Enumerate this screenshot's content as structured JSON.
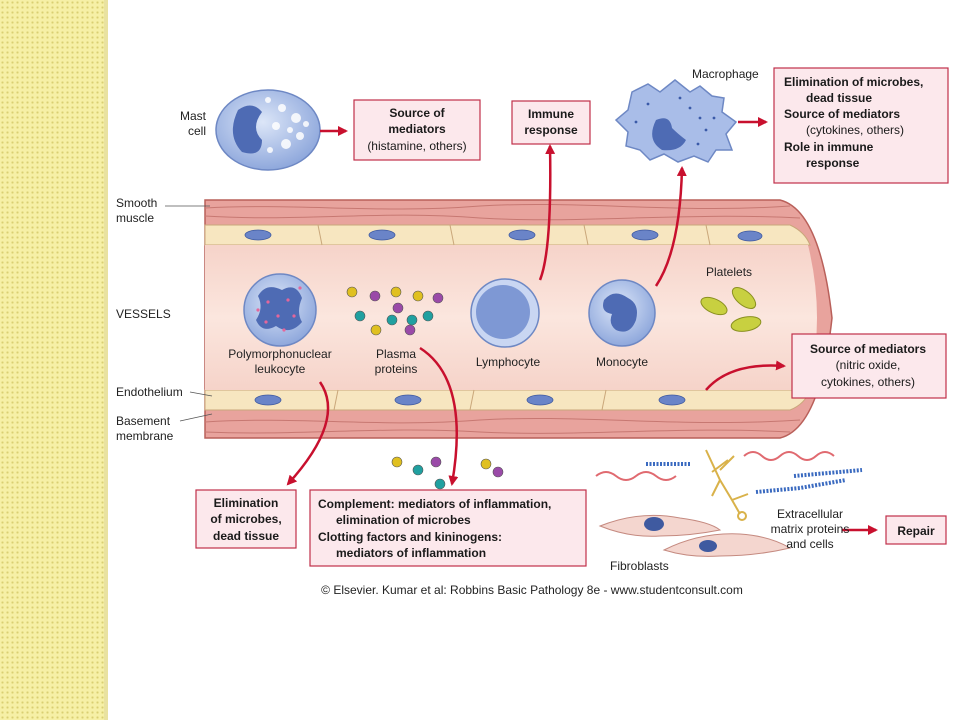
{
  "labels": {
    "mast_cell": [
      "Mast",
      "cell"
    ],
    "macrophage": "Macrophage",
    "smooth_muscle": [
      "Smooth",
      "muscle"
    ],
    "vessels": "VESSELS",
    "pmn": [
      "Polymorphonuclear",
      "leukocyte"
    ],
    "plasma": [
      "Plasma",
      "proteins"
    ],
    "lymphocyte": "Lymphocyte",
    "monocyte": "Monocyte",
    "platelets": "Platelets",
    "endothelium": "Endothelium",
    "basement": [
      "Basement",
      "membrane"
    ],
    "fibroblasts": "Fibroblasts",
    "ecm": [
      "Extracellular",
      "matrix proteins",
      "and cells"
    ]
  },
  "boxes": {
    "mast_source": [
      "Source of",
      "mediators",
      "(histamine, others)"
    ],
    "immune": [
      "Immune",
      "response"
    ],
    "macrophage_fn": [
      "Elimination of microbes,",
      "dead tissue",
      "Source of mediators",
      "(cytokines, others)",
      "Role in immune",
      "response"
    ],
    "endo_source": [
      "Source of mediators",
      "(nitric oxide,",
      "cytokines, others)"
    ],
    "pmn_fn": [
      "Elimination",
      "of microbes,",
      "dead tissue"
    ],
    "complement": [
      "Complement: mediators of inflammation,",
      "elimination of microbes",
      "Clotting factors and kininogens:",
      "mediators of inflammation"
    ],
    "repair": "Repair"
  },
  "copyright": "© Elsevier. Kumar et al: Robbins Basic Pathology 8e - www.studentconsult.com",
  "colors": {
    "sidebar": "#f6f0a6",
    "box_fill": "#fce8ec",
    "box_border": "#c0304a",
    "arrow": "#c8102e",
    "vessel_wall": "#eaa9a3",
    "lumen": "#f8dcd3",
    "cell": "#8fa8dc",
    "nucleus": "#4e6bb4"
  }
}
